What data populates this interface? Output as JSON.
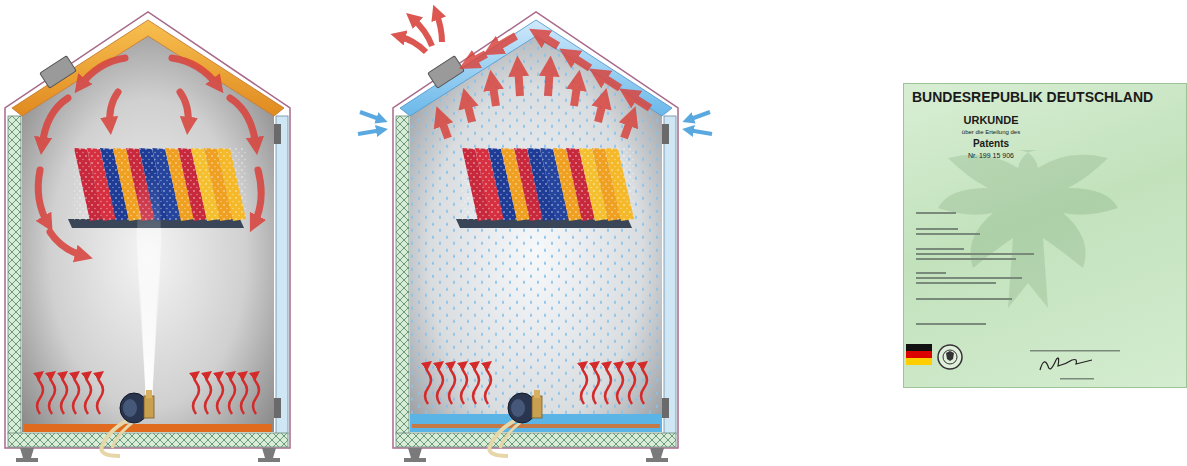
{
  "diagram": {
    "nodes": [
      {
        "text": [
          "BUNDESREPUBLIK DEUTSCHLAND",
          "URKUNDE",
          "über die Erteilung des",
          "Patents",
          "Nr. 199 15 906"
        ]
      }
    ]
  }
}
